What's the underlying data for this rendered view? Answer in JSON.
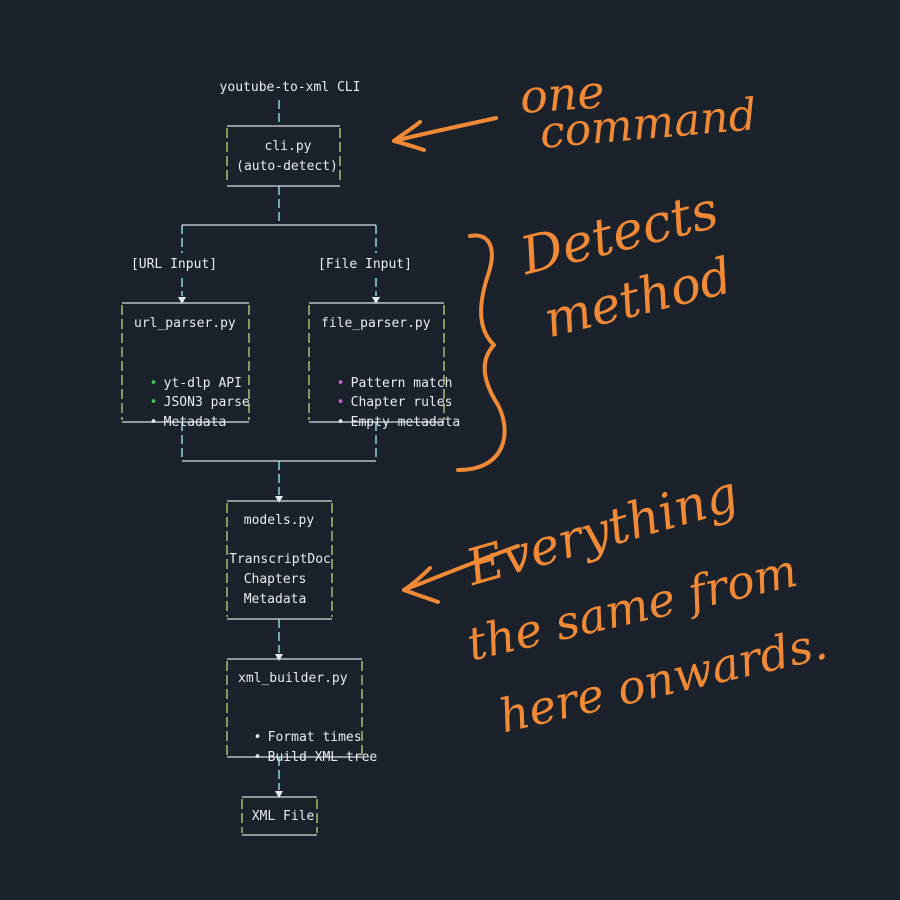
{
  "diagram": {
    "cli_title": "youtube-to-xml CLI",
    "cli_box": {
      "line1": "cli.py",
      "line2": "(auto-detect)"
    },
    "branches": {
      "url_label": "[URL Input]",
      "file_label": "[File Input]"
    },
    "url_parser": {
      "title": "url_parser.py",
      "items": [
        {
          "text": "yt-dlp API",
          "bullet_color": "#3fc457"
        },
        {
          "text": "JSON3 parse",
          "bullet_color": "#3fc457"
        },
        {
          "text": "Metadata",
          "bullet_color": "#e8ebef"
        }
      ]
    },
    "file_parser": {
      "title": "file_parser.py",
      "items": [
        {
          "text": "Pattern match",
          "bullet_color": "#d35fd8"
        },
        {
          "text": "Chapter rules",
          "bullet_color": "#d35fd8"
        },
        {
          "text": "Empty metadata",
          "bullet_color": "#e8ebef"
        }
      ]
    },
    "models": {
      "title": "models.py",
      "items": [
        "TranscriptDoc",
        "Chapters",
        "Metadata"
      ]
    },
    "xml_builder": {
      "title": "xml_builder.py",
      "items": [
        "Format times",
        "Build XML tree"
      ]
    },
    "output": {
      "label": "XML File"
    },
    "bullet_char": "•"
  },
  "annotations": {
    "one_command": {
      "line1": "one",
      "line2": "command"
    },
    "detects_method": {
      "line1": "Detects",
      "line2": "method"
    },
    "everything_same": {
      "line1": "Everything",
      "line2": "the same from",
      "line3": "here onwards."
    }
  },
  "colors": {
    "background": "#1b222b",
    "box_border_v": "#c6d67a",
    "box_border_h": "#d8dde3",
    "connector": "#8fd6da",
    "ink": "#f08a36"
  }
}
